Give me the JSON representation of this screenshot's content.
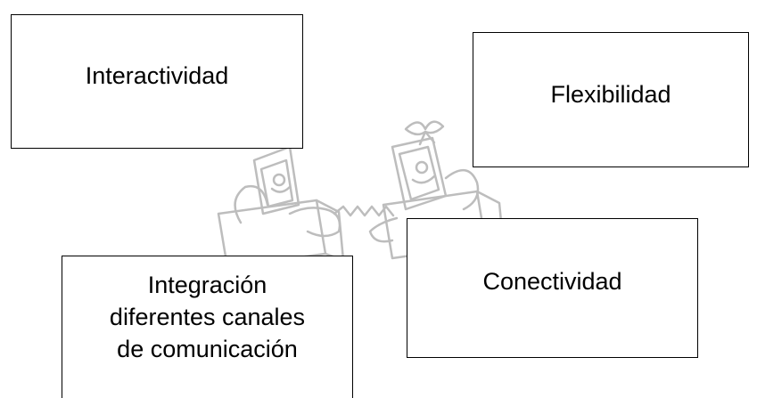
{
  "boxes": {
    "interactividad": "Interactividad",
    "flexibilidad": "Flexibilidad",
    "conectividad": "Conectividad",
    "integracion": {
      "line1": "Integración",
      "line2": "diferentes canales",
      "line3": "de comunicación"
    }
  },
  "icons": {
    "illustration": "two-computers-shaking-hands-icon"
  },
  "colors": {
    "border": "#000000",
    "illustration_stroke": "#bdbdbd"
  }
}
